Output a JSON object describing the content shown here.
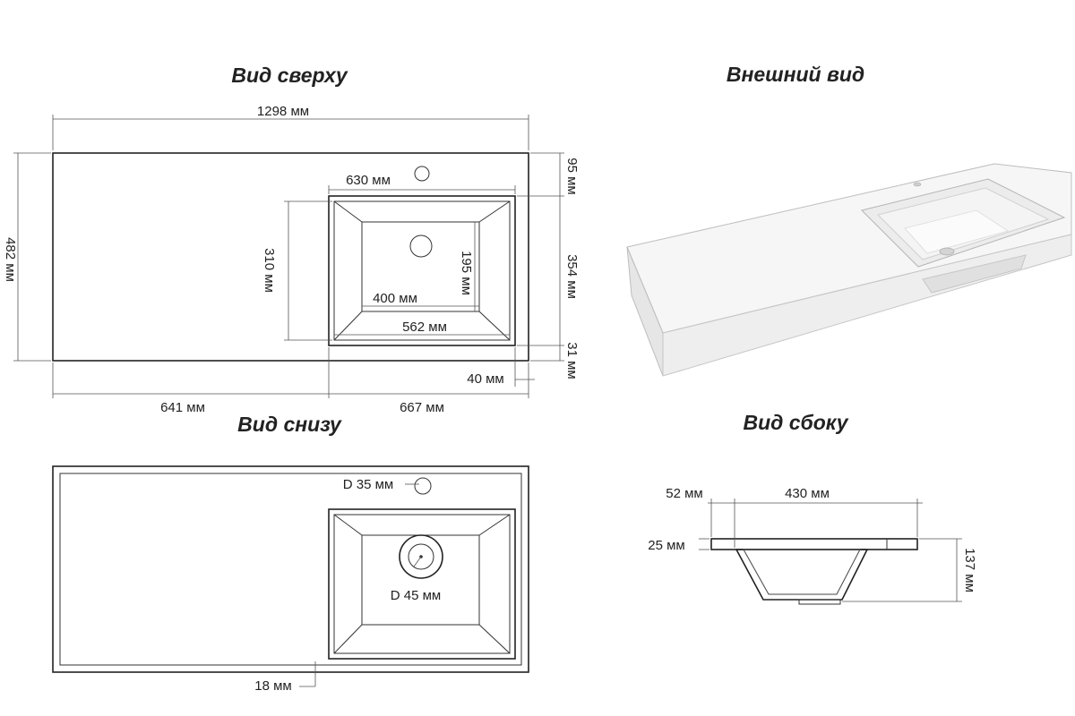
{
  "titles": {
    "top_view": "Вид сверху",
    "external_view": "Внешний вид",
    "bottom_view": "Вид снизу",
    "side_view": "Вид сбоку"
  },
  "top_view": {
    "overall_width": "1298 мм",
    "overall_depth": "482 мм",
    "bowl_outer_width": "630 мм",
    "edge_to_bowl": "95 мм",
    "bowl_outer_depth": "310 мм",
    "bowl_inner_depth": "195 мм",
    "bowl_total_depth": "354 мм",
    "bowl_inner_width": "400 мм",
    "bowl_bottom_width": "562 мм",
    "front_gap": "31 мм",
    "right_offset": "40 мм",
    "left_part": "641 мм",
    "right_part": "667 мм"
  },
  "bottom_view": {
    "tap_hole": "D 35 мм",
    "drain_hole": "D 45 мм",
    "rim": "18 мм"
  },
  "side_view": {
    "rear_lip": "52 мм",
    "bowl_width": "430 мм",
    "slab_thickness": "25 мм",
    "total_height": "137 мм"
  }
}
